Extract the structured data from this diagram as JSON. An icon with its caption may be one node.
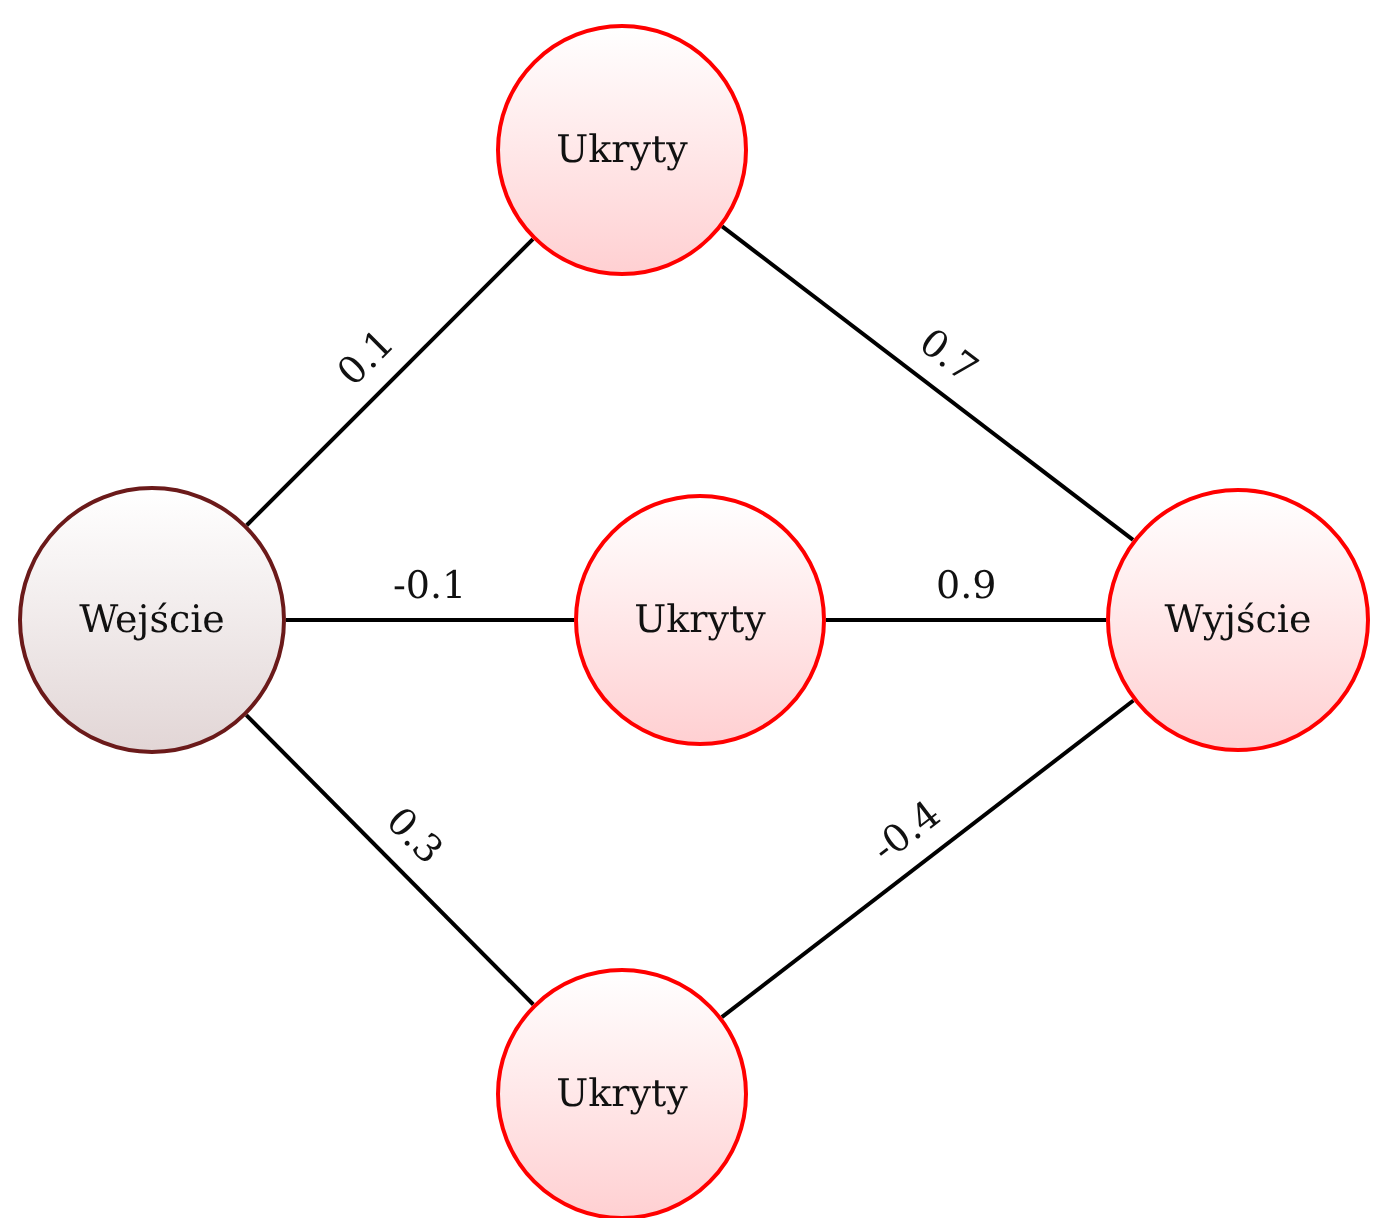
{
  "diagram": {
    "nodes": [
      {
        "text": [
          "Wejście"
        ]
      },
      {
        "text": [
          "Ukryty"
        ]
      },
      {
        "text": [
          "Ukryty"
        ]
      },
      {
        "text": [
          "Ukryty"
        ]
      },
      {
        "text": [
          "Wyjście"
        ]
      }
    ],
    "edges": [
      {
        "from": 0,
        "to": 1,
        "arrow": "none",
        "label": "0.1"
      },
      {
        "from": 0,
        "to": 2,
        "arrow": "none",
        "label": "-0.1"
      },
      {
        "from": 0,
        "to": 3,
        "arrow": "none",
        "label": "0.3"
      },
      {
        "from": 1,
        "to": 4,
        "arrow": "none",
        "label": "0.7"
      },
      {
        "from": 2,
        "to": 4,
        "arrow": "none",
        "label": "0.9"
      },
      {
        "from": 3,
        "to": 4,
        "arrow": "none",
        "label": "-0.4"
      }
    ]
  }
}
